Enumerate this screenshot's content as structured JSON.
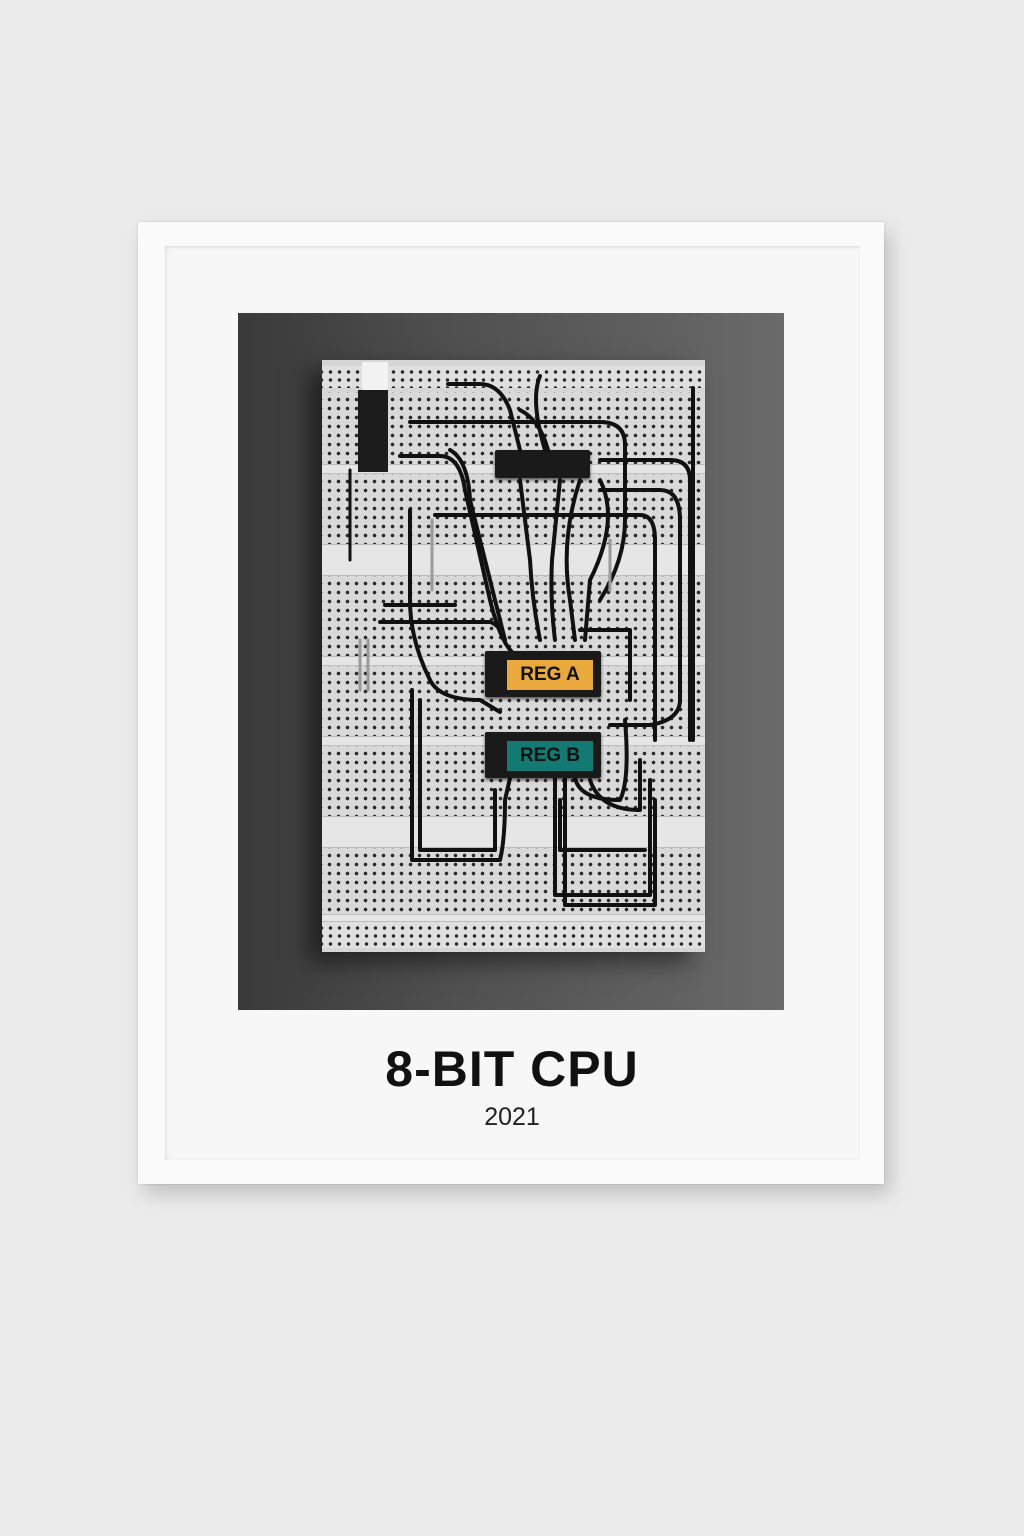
{
  "poster": {
    "title": "8-BIT CPU",
    "year": "2021"
  },
  "chips": [
    {
      "label": "REG A",
      "color": "#e9a93c"
    },
    {
      "label": "REG B",
      "color": "#137a73"
    }
  ],
  "colors": {
    "wall": "#ebebeb",
    "frame": "#fafafa",
    "photo_bg": "#4a4a4a",
    "wire": "#111111"
  }
}
